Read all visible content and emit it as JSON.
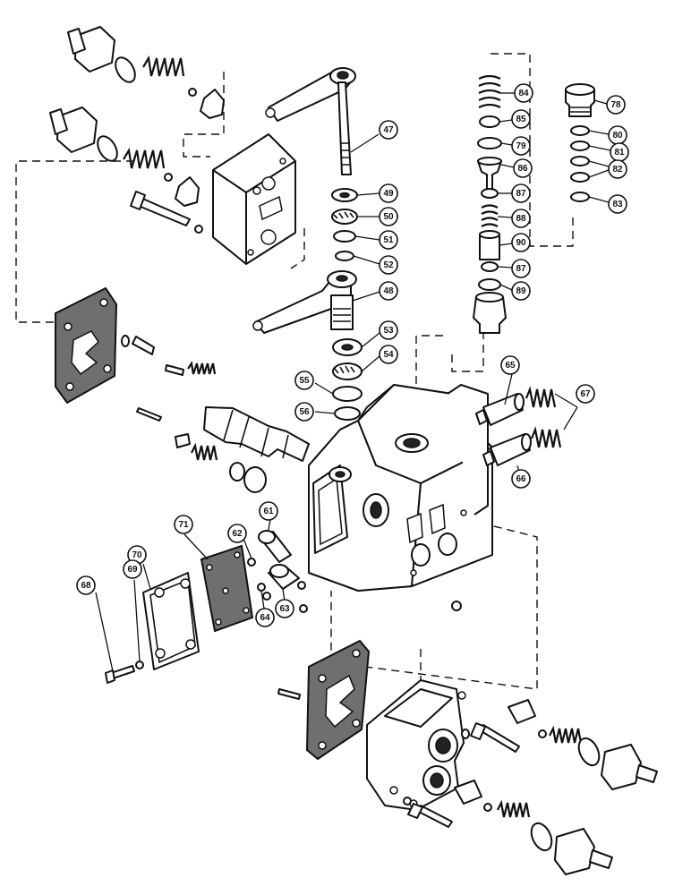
{
  "callouts": [
    {
      "label": "84"
    },
    {
      "label": "85"
    },
    {
      "label": "79"
    },
    {
      "label": "86"
    },
    {
      "label": "87"
    },
    {
      "label": "88"
    },
    {
      "label": "90"
    },
    {
      "label": "87"
    },
    {
      "label": "89"
    },
    {
      "label": "78"
    },
    {
      "label": "80"
    },
    {
      "label": "81"
    },
    {
      "label": "82"
    },
    {
      "label": "83"
    },
    {
      "label": "47"
    },
    {
      "label": "49"
    },
    {
      "label": "50"
    },
    {
      "label": "51"
    },
    {
      "label": "52"
    },
    {
      "label": "48"
    },
    {
      "label": "53"
    },
    {
      "label": "54"
    },
    {
      "label": "55"
    },
    {
      "label": "56"
    },
    {
      "label": "65"
    },
    {
      "label": "67"
    },
    {
      "label": "66"
    },
    {
      "label": "62"
    },
    {
      "label": "61"
    },
    {
      "label": "71"
    },
    {
      "label": "70"
    },
    {
      "label": "69"
    },
    {
      "label": "68"
    },
    {
      "label": "64"
    },
    {
      "label": "63"
    }
  ]
}
